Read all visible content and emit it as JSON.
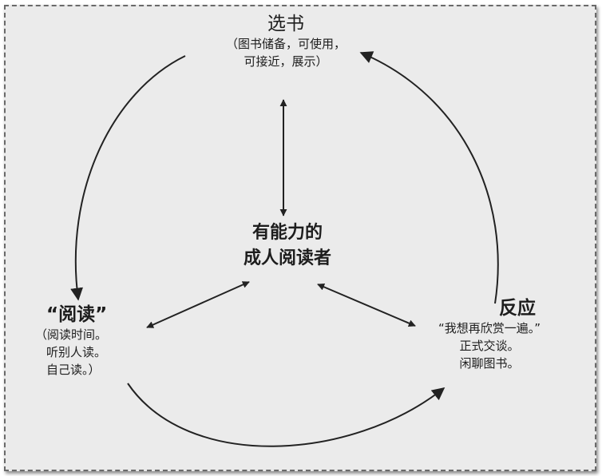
{
  "diagram": {
    "top": {
      "title": "选书",
      "lines": [
        "（图书储备，可使用，",
        "可接近，展示）"
      ]
    },
    "center": {
      "lines": [
        "有能力的",
        "成人阅读者"
      ]
    },
    "left": {
      "title": "“阅读”",
      "lines": [
        "（阅读时间。",
        "听别人读。",
        "自己读。）"
      ]
    },
    "right": {
      "title": "反应",
      "lines": [
        "“我想再欣赏一遍。”",
        "正式交谈。",
        "闲聊图书。"
      ]
    }
  },
  "colors": {
    "frame_background": "#ebebeb",
    "ink": "#1d1d1d",
    "arrow": "#222222"
  }
}
